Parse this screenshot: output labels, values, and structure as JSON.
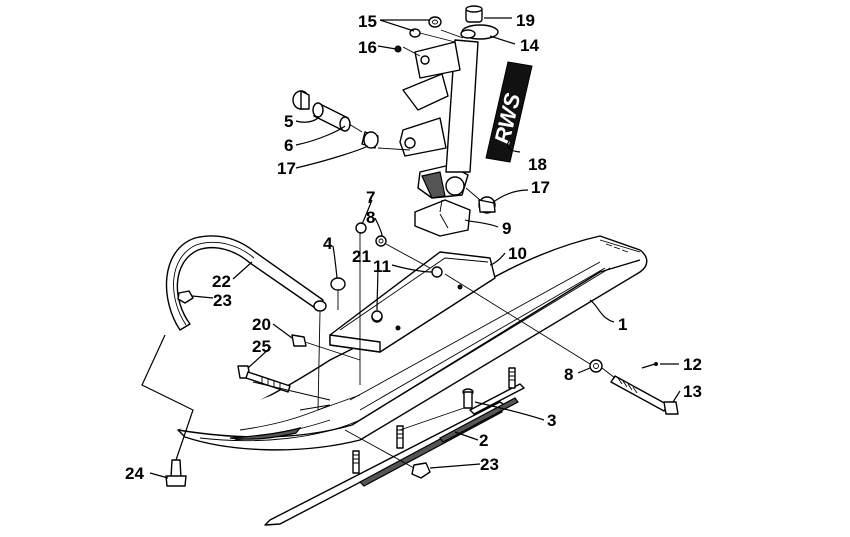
{
  "decal": {
    "text": "RWS",
    "color": "#111111"
  },
  "callouts": [
    {
      "id": "c1",
      "label": "1"
    },
    {
      "id": "c2",
      "label": "2"
    },
    {
      "id": "c3",
      "label": "3"
    },
    {
      "id": "c4",
      "label": "4"
    },
    {
      "id": "c5",
      "label": "5"
    },
    {
      "id": "c6",
      "label": "6"
    },
    {
      "id": "c7",
      "label": "7"
    },
    {
      "id": "c8a",
      "label": "8"
    },
    {
      "id": "c8b",
      "label": "8"
    },
    {
      "id": "c9",
      "label": "9"
    },
    {
      "id": "c10",
      "label": "10"
    },
    {
      "id": "c11",
      "label": "11"
    },
    {
      "id": "c12",
      "label": "12"
    },
    {
      "id": "c13",
      "label": "13"
    },
    {
      "id": "c14",
      "label": "14"
    },
    {
      "id": "c15",
      "label": "15"
    },
    {
      "id": "c16",
      "label": "16"
    },
    {
      "id": "c17a",
      "label": "17"
    },
    {
      "id": "c17b",
      "label": "17"
    },
    {
      "id": "c18",
      "label": "18"
    },
    {
      "id": "c19",
      "label": "19"
    },
    {
      "id": "c20",
      "label": "20"
    },
    {
      "id": "c21",
      "label": "21"
    },
    {
      "id": "c22",
      "label": "22"
    },
    {
      "id": "c23a",
      "label": "23"
    },
    {
      "id": "c23b",
      "label": "23"
    },
    {
      "id": "c24",
      "label": "24"
    },
    {
      "id": "c25",
      "label": "25"
    }
  ]
}
